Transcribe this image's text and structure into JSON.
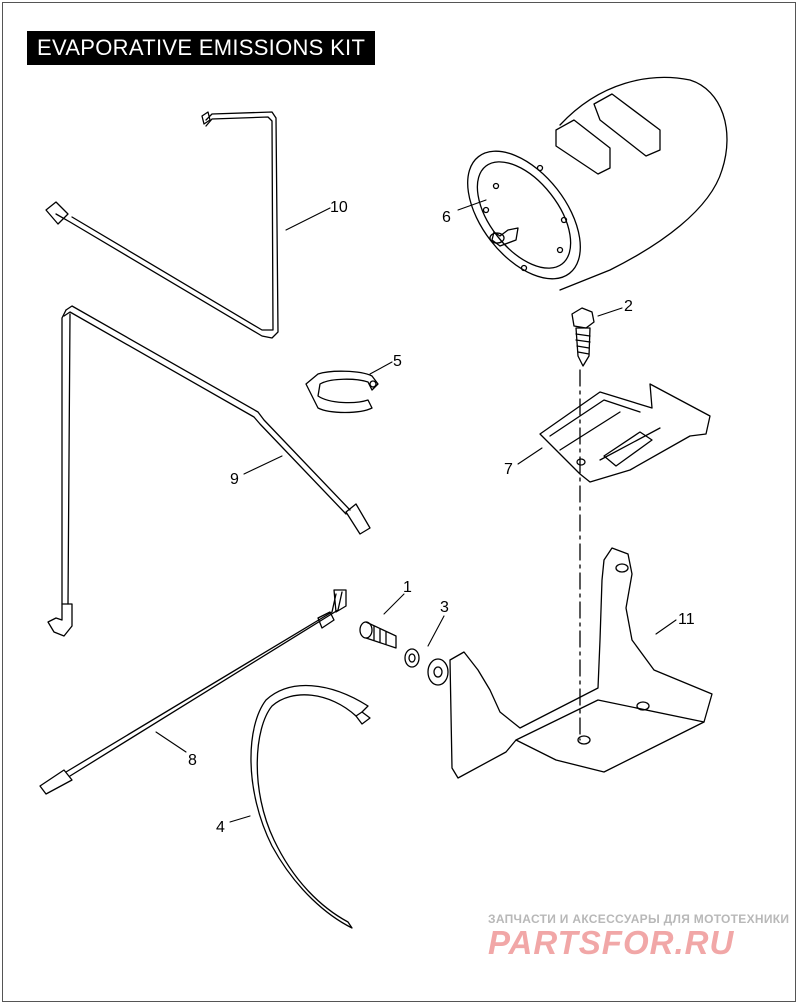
{
  "title": "EVAPORATIVE EMISSIONS KIT",
  "callouts": {
    "c1": "1",
    "c2": "2",
    "c3": "3",
    "c4": "4",
    "c5": "5",
    "c6": "6",
    "c7": "7",
    "c8": "8",
    "c9": "9",
    "c10": "10",
    "c11": "11"
  },
  "watermark": {
    "tagline": "ЗАПЧАСТИ И АКСЕССУАРЫ ДЛЯ МОТОТЕХНИКИ",
    "brand": "PARTSFOR.RU",
    "brand_color": "#f1a7a7"
  },
  "colors": {
    "line": "#000000",
    "title_bg": "#000000",
    "title_fg": "#ffffff"
  }
}
